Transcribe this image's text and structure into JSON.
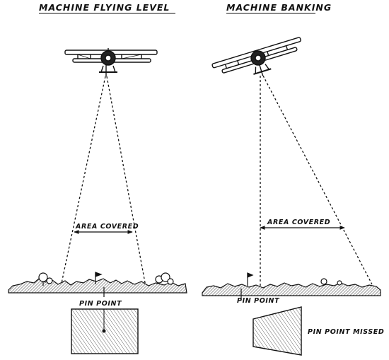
{
  "panels": {
    "left": {
      "title": "MACHINE FLYING LEVEL",
      "area_label": "AREA COVERED",
      "pin_label": "PIN POINT"
    },
    "right": {
      "title": "MACHINE BANKING",
      "area_label": "AREA COVERED",
      "pin_label": "PIN POINT",
      "missed_label": "PIN POINT MISSED"
    }
  },
  "colors": {
    "ink": "#111111",
    "paper": "#ffffff"
  },
  "icons": [
    "biplane-level-icon",
    "biplane-banking-icon",
    "flag-icon",
    "tree-icon"
  ]
}
